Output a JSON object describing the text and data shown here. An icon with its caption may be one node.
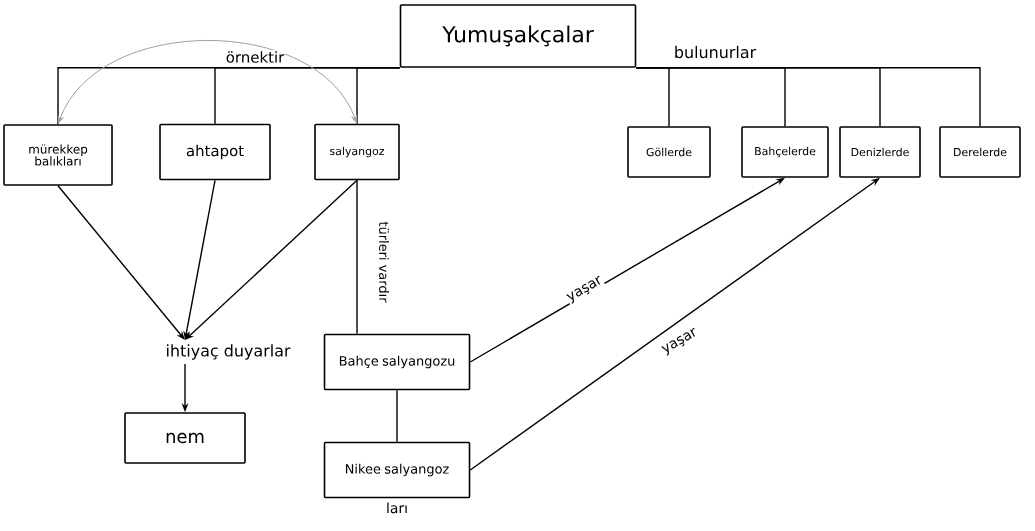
{
  "diagram": {
    "nodes": [
      {
        "text": [
          "Yumuşakçalar"
        ]
      },
      {
        "text": [
          "mürekkep balıkları"
        ]
      },
      {
        "text": [
          "ahtapot"
        ]
      },
      {
        "text": [
          "salyangoz"
        ]
      },
      {
        "text": [
          "Göllerde"
        ]
      },
      {
        "text": [
          "Bahçelerde"
        ]
      },
      {
        "text": [
          "Denizlerde"
        ]
      },
      {
        "text": [
          "Derelerde"
        ]
      },
      {
        "text": [
          "ihtiyaç duyarlar"
        ]
      },
      {
        "text": [
          "nem"
        ]
      },
      {
        "text": [
          "Bahçe salyangozu"
        ]
      },
      {
        "text": [
          "Nikee salyangoz"
        ],
        "beside": [
          "ları"
        ]
      }
    ],
    "edges": [
      {
        "from": 0,
        "to": 1,
        "arrow": "none",
        "label": "örnektir"
      },
      {
        "from": 0,
        "to": 2,
        "arrow": "none"
      },
      {
        "from": 0,
        "to": 3,
        "arrow": "none"
      },
      {
        "from": 0,
        "to": 4,
        "arrow": "none",
        "label": "bulunurlar"
      },
      {
        "from": 0,
        "to": 5,
        "arrow": "none"
      },
      {
        "from": 0,
        "to": 6,
        "arrow": "none"
      },
      {
        "from": 0,
        "to": 7,
        "arrow": "none"
      },
      {
        "from": 1,
        "to": 3,
        "arrow": "both",
        "color": "#a0a0a0"
      },
      {
        "from": 1,
        "to": 8,
        "arrow": "to"
      },
      {
        "from": 2,
        "to": 8,
        "arrow": "to"
      },
      {
        "from": 3,
        "to": 8,
        "arrow": "to"
      },
      {
        "from": 8,
        "to": 9,
        "arrow": "to"
      },
      {
        "from": 3,
        "to": 10,
        "arrow": "none",
        "label": "türleri vardır"
      },
      {
        "from": 10,
        "to": 11,
        "arrow": "none"
      },
      {
        "from": 10,
        "to": 5,
        "arrow": "to",
        "label": "yaşar"
      },
      {
        "from": 11,
        "to": 6,
        "arrow": "to",
        "label": "yaşar"
      }
    ]
  }
}
